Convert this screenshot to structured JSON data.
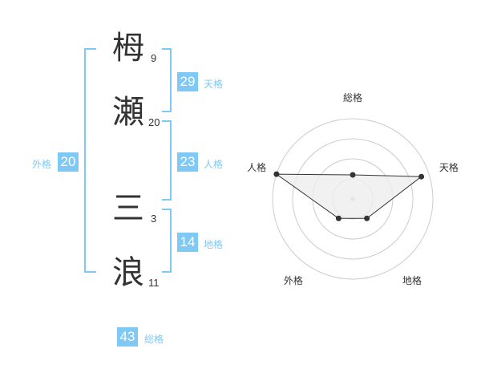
{
  "name_chars": [
    {
      "char": "栂",
      "strokes": "9"
    },
    {
      "char": "瀬",
      "strokes": "20"
    },
    {
      "char": "三",
      "strokes": "3"
    },
    {
      "char": "浪",
      "strokes": "11"
    }
  ],
  "kakusu": {
    "tenkaku": {
      "value": "29",
      "label": "天格"
    },
    "jinkaku": {
      "value": "23",
      "label": "人格"
    },
    "chikaku": {
      "value": "14",
      "label": "地格"
    },
    "gaikaku": {
      "value": "20",
      "label": "外格"
    },
    "soukaku": {
      "value": "43",
      "label": "総格"
    }
  },
  "chart_data": {
    "type": "radar",
    "axes": [
      "総格",
      "天格",
      "地格",
      "外格",
      "人格"
    ],
    "values": [
      0.3,
      0.9,
      0.3,
      0.3,
      1.0
    ],
    "rings": 4,
    "colors": {
      "fill": "#eeeeee",
      "stroke": "#333333",
      "grid": "#cccccc",
      "point": "#333333"
    }
  }
}
